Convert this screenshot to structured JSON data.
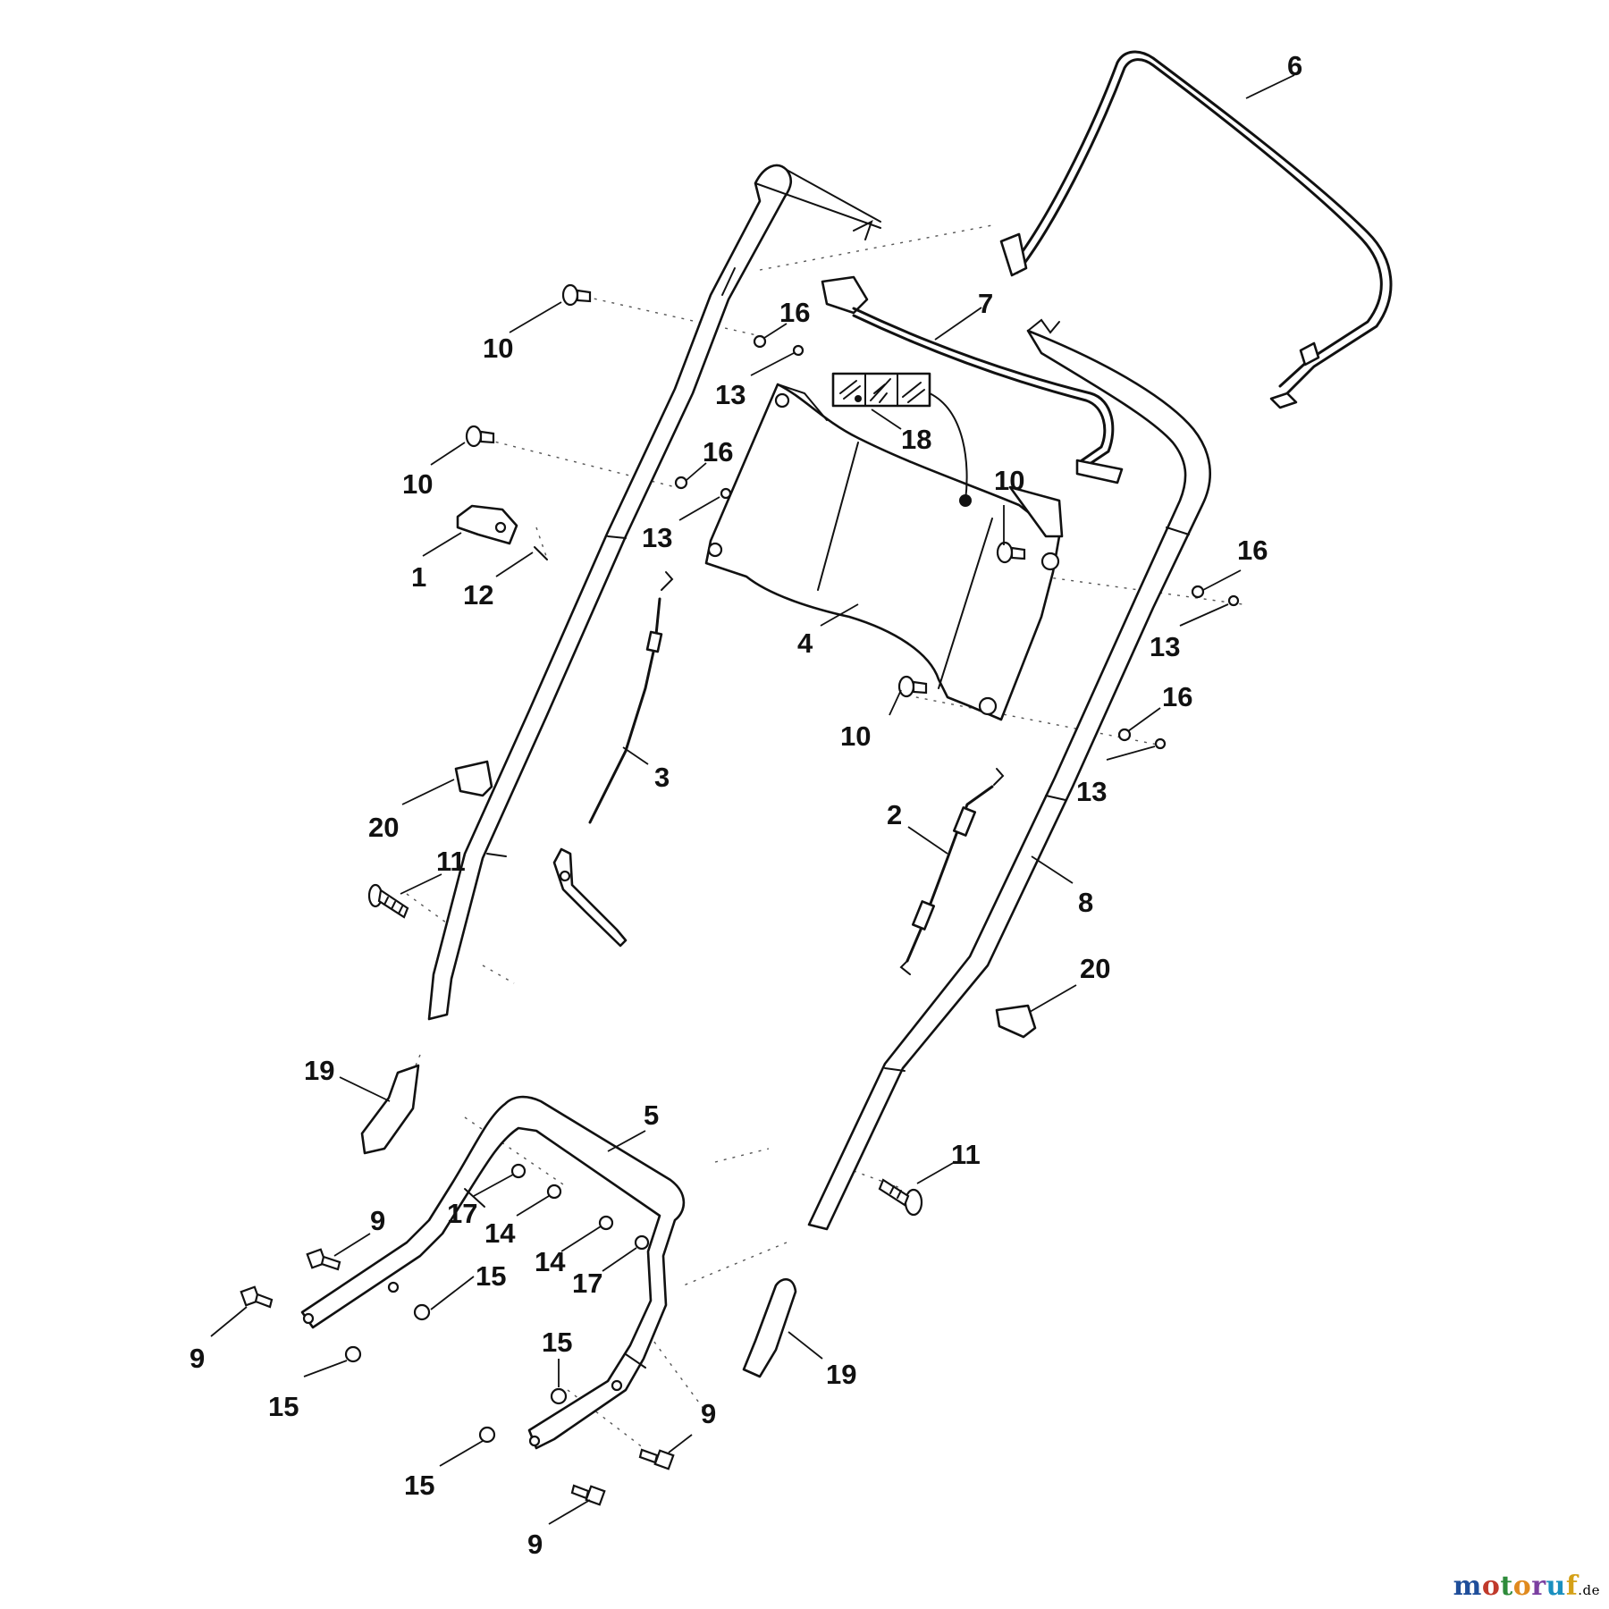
{
  "diagram": {
    "callouts": [
      {
        "id": "c6",
        "label": "6"
      },
      {
        "id": "c7",
        "label": "7"
      },
      {
        "id": "c16a",
        "label": "16"
      },
      {
        "id": "c10a",
        "label": "10"
      },
      {
        "id": "c13a",
        "label": "13"
      },
      {
        "id": "c18",
        "label": "18"
      },
      {
        "id": "c16b",
        "label": "16"
      },
      {
        "id": "c10b",
        "label": "10"
      },
      {
        "id": "c10c",
        "label": "10"
      },
      {
        "id": "c13b",
        "label": "13"
      },
      {
        "id": "c1",
        "label": "1"
      },
      {
        "id": "c12",
        "label": "12"
      },
      {
        "id": "c16c",
        "label": "16"
      },
      {
        "id": "c13c",
        "label": "13"
      },
      {
        "id": "c4",
        "label": "4"
      },
      {
        "id": "c16d",
        "label": "16"
      },
      {
        "id": "c10d",
        "label": "10"
      },
      {
        "id": "c13d",
        "label": "13"
      },
      {
        "id": "c3",
        "label": "3"
      },
      {
        "id": "c20a",
        "label": "20"
      },
      {
        "id": "c2",
        "label": "2"
      },
      {
        "id": "c11a",
        "label": "11"
      },
      {
        "id": "c8",
        "label": "8"
      },
      {
        "id": "c20b",
        "label": "20"
      },
      {
        "id": "c19a",
        "label": "19"
      },
      {
        "id": "c5",
        "label": "5"
      },
      {
        "id": "c11b",
        "label": "11"
      },
      {
        "id": "c17a",
        "label": "17"
      },
      {
        "id": "c14a",
        "label": "14"
      },
      {
        "id": "c9a",
        "label": "9"
      },
      {
        "id": "c15a",
        "label": "15"
      },
      {
        "id": "c14b",
        "label": "14"
      },
      {
        "id": "c17b",
        "label": "17"
      },
      {
        "id": "c9b",
        "label": "9"
      },
      {
        "id": "c15b",
        "label": "15"
      },
      {
        "id": "c15c",
        "label": "15"
      },
      {
        "id": "c19b",
        "label": "19"
      },
      {
        "id": "c9c",
        "label": "9"
      },
      {
        "id": "c15d",
        "label": "15"
      },
      {
        "id": "c9d",
        "label": "9"
      }
    ],
    "decal_icons": [
      "choke-icon",
      "start-icon",
      "stop-icon"
    ]
  },
  "watermark": {
    "letters": [
      "m",
      "o",
      "t",
      "o",
      "r",
      "u",
      "f"
    ],
    "colors": [
      "#1f4e9a",
      "#c0392b",
      "#2e8b3a",
      "#e08a1e",
      "#7b3fa0",
      "#1a8fbf",
      "#d4a017"
    ],
    "domain": ".de"
  }
}
